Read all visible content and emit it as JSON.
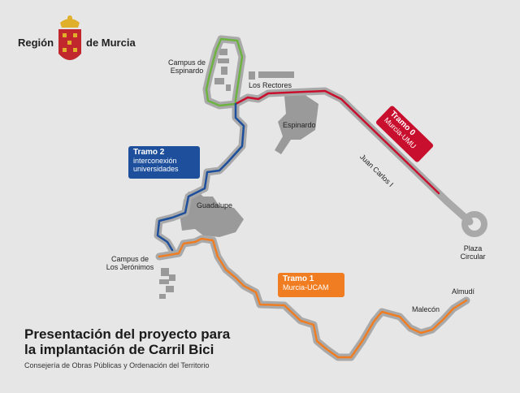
{
  "header": {
    "region_left": "Región",
    "region_right": "de Murcia"
  },
  "title": {
    "line1": "Presentación del proyecto para",
    "line2": "la implantación de Carril Bici",
    "subtitle": "Consejería de Obras Públicas y Ordenación del Territorio"
  },
  "places": {
    "campus_espinardo": [
      "Campus de",
      "Espinardo"
    ],
    "los_rectores": "Los Rectores",
    "espinardo": "Espinardo",
    "guadalupe": "Guadalupe",
    "campus_jeronimos": [
      "Campus de",
      "Los Jerónimos"
    ],
    "plaza_circular": [
      "Plaza",
      "Circular"
    ],
    "juan_carlos": "Juan Carlos I",
    "almudi": "Almudí",
    "malecon": "Malecón"
  },
  "tramos": {
    "t0": {
      "title": "Tramo 0",
      "name": "Murcia-UMU",
      "color": "#c8102e"
    },
    "t1": {
      "title": "Tramo 1",
      "name": "Murcia-UCAM",
      "color": "#f07d22"
    },
    "t2": {
      "title": "Tramo 2",
      "name": [
        "interconexión",
        "universidades"
      ],
      "color": "#1d4f9c"
    }
  },
  "colors": {
    "background": "#e6e6e6",
    "road": "#a9a9a9",
    "green_route": "#6cb33f",
    "building": "#9a9a9a"
  }
}
